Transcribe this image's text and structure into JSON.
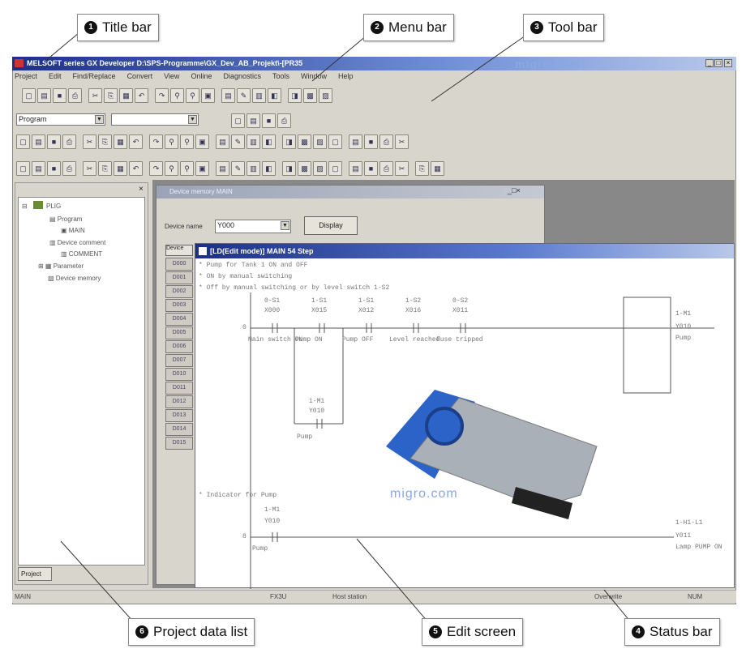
{
  "window": {
    "title": "MELSOFT series GX Developer D:\\SPS-Programme\\GX_Dev_AB_Projekt\\-[PR35",
    "watermark": "migro.com",
    "controls": [
      "_",
      "□",
      "×"
    ]
  },
  "menu": [
    "Project",
    "Edit",
    "Find/Replace",
    "Convert",
    "View",
    "Online",
    "Diagnostics",
    "Tools",
    "Window",
    "Help"
  ],
  "toolbar": {
    "program_select": "Program",
    "second_select": ""
  },
  "project_panel": {
    "tree": [
      "PLIG",
      "Program",
      "MAIN",
      "Device comment",
      "COMMENT",
      "Parameter",
      "Device memory"
    ],
    "tab": "Project",
    "close": "×"
  },
  "device_window": {
    "title": "Device memory MAIN",
    "device_name_label": "Device name",
    "device_name_value": "Y000",
    "display_button": "Display",
    "column_header": "Device",
    "rows": [
      "D000",
      "D001",
      "D002",
      "D003",
      "D004",
      "D005",
      "D006",
      "D007",
      "D010",
      "D011",
      "D012",
      "D013",
      "D014",
      "D015"
    ]
  },
  "ladder_window": {
    "title": "[LD(Edit mode)]  MAIN  54 Step",
    "comments": [
      "* Pump for Tank 1 ON and OFF",
      "* ON by manual switching",
      "* Off by manual switching or by level switch 1-S2"
    ],
    "rung0": {
      "step": "0",
      "contacts": [
        {
          "tag": "0-S1",
          "dev": "X000",
          "label": "Main switch ON"
        },
        {
          "tag": "1-S1",
          "dev": "X015",
          "label": "Pump ON"
        },
        {
          "tag": "1-S1",
          "dev": "X012",
          "label": "Pump OFF"
        },
        {
          "tag": "1-S2",
          "dev": "X016",
          "label": "Level reached"
        },
        {
          "tag": "0-S2",
          "dev": "X011",
          "label": "Fuse tripped"
        }
      ],
      "coil": {
        "tag": "1-M1",
        "dev": "Y010",
        "label": "Pump"
      },
      "branch": {
        "tag": "1-M1",
        "dev": "Y010",
        "label": "Pump"
      }
    },
    "comment2": "* Indicator for Pump",
    "rung1": {
      "step": "8",
      "contact": {
        "tag": "1-M1",
        "dev": "Y010",
        "label": "Pump"
      },
      "coil": {
        "tag": "1-H1-L1",
        "dev": "Y011",
        "label": "Lamp PUMP ON"
      }
    },
    "watermark": "migro.com"
  },
  "status_bar": {
    "left": "MAIN",
    "cpu": "FX3U",
    "station": "Host station",
    "mode": "Overwrite",
    "caps": "",
    "num": "NUM"
  },
  "callouts": [
    {
      "n": "1",
      "label": "Title bar"
    },
    {
      "n": "2",
      "label": "Menu bar"
    },
    {
      "n": "3",
      "label": "Tool bar"
    },
    {
      "n": "4",
      "label": "Status bar"
    },
    {
      "n": "5",
      "label": "Edit screen"
    },
    {
      "n": "6",
      "label": "Project data list"
    }
  ],
  "colors": {
    "title_active": "#1b2f8a",
    "title_inactive": "#9aa4b6",
    "window_bg": "#d8d5cc",
    "usb_blue": "#2b63c8"
  }
}
